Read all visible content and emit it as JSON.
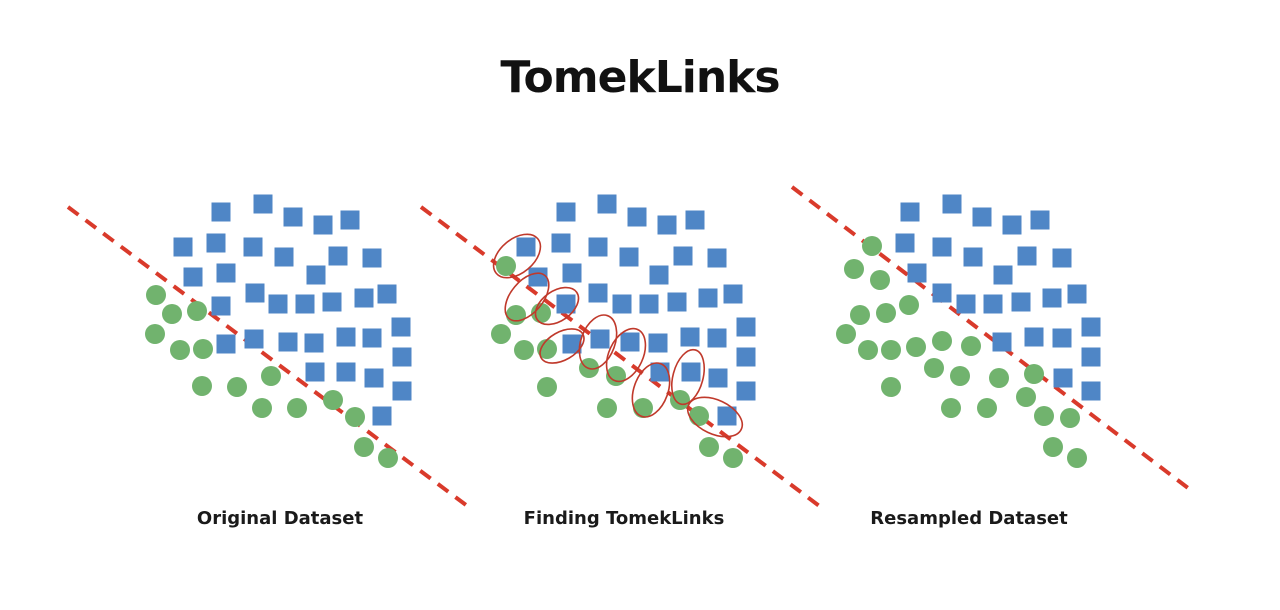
{
  "title": "TomekLinks",
  "colors": {
    "square": "#4f86c6",
    "circle": "#71b36e",
    "boundary": "#d93a2b",
    "link_ellipse": "#c0392b"
  },
  "panels": [
    {
      "label": "Original Dataset"
    },
    {
      "label": "Finding TomekLinks"
    },
    {
      "label": "Resampled Dataset"
    }
  ]
}
